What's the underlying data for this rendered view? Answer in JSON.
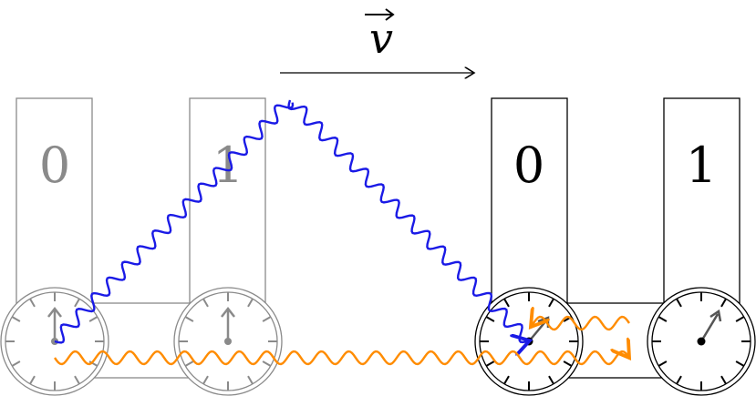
{
  "velocity_label": "v",
  "left_apparatus": {
    "clock_a_label": "0",
    "clock_b_label": "1"
  },
  "right_apparatus": {
    "clock_a_label": "0",
    "clock_b_label": "1"
  },
  "colors": {
    "ghost": "#8a8a8a",
    "solid": "#000000",
    "hand_dark": "#555555",
    "blue_signal": "#1a1ae6",
    "orange_signal": "#ff8c00"
  }
}
